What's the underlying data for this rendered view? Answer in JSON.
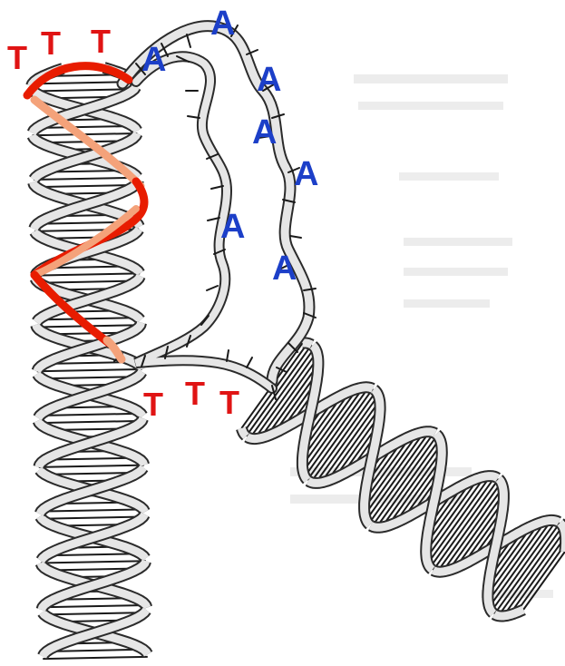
{
  "colors": {
    "ribbon_fill": "#e6e6e6",
    "ribbon_stroke": "#2b2b2b",
    "rung": "#1a1a1a",
    "primer_dark": "#e81c00",
    "primer_light": "#f4a27a",
    "base_a": "#1c3fc8",
    "base_t": "#e01414"
  },
  "labels": {
    "a1": "A",
    "a2": "A",
    "a3": "A",
    "a4": "A",
    "a5": "A",
    "a6": "A",
    "a7": "A",
    "t_top1": "T",
    "t_top2": "T",
    "t_top3": "T",
    "t_bot1": "T",
    "t_bot2": "T",
    "t_bot3": "T"
  }
}
